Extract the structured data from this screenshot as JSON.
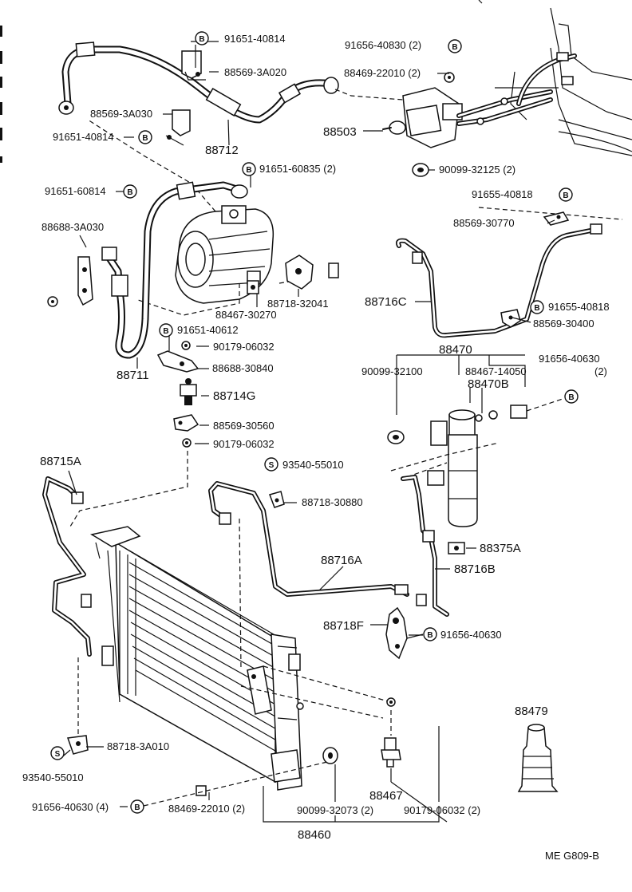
{
  "labels": {
    "l01": "91651-40814",
    "l02": "88569-3A020",
    "l03": "91656-40830 (2)",
    "l04": "88469-22010 (2)",
    "l05": "88569-3A030",
    "l06": "91651-40814",
    "l07": "88712",
    "l08": "88503",
    "l09": "90099-32125 (2)",
    "l10": "91651-60835 (2)",
    "l11": "91651-60814",
    "l12": "91655-40818",
    "l13": "88688-3A030",
    "l14": "88569-30770",
    "l15": "88467-30270",
    "l16": "88718-32041",
    "l17": "88716C",
    "l18": "91655-40818",
    "l19": "88569-30400",
    "l20": "91651-40612",
    "l21": "90179-06032",
    "l22": "88688-30840",
    "l23": "88711",
    "l24": "88470",
    "l25": "91656-40630",
    "l26": "(2)",
    "l27": "90099-32100",
    "l28": "88467-14050",
    "l29": "88470B",
    "l30": "88714G",
    "l31": "88569-30560",
    "l32": "90179-06032",
    "l33": "88715A",
    "l34": "93540-55010",
    "l35": "88718-30880",
    "l36": "88375A",
    "l37": "88716A",
    "l38": "88716B",
    "l39": "88718F",
    "l40": "91656-40630",
    "l41": "88718-3A010",
    "l42": "93540-55010",
    "l43": "88479",
    "l44": "91656-40630 (4)",
    "l45": "88469-22010 (2)",
    "l46": "90099-32073 (2)",
    "l47": "90179-06032 (2)",
    "l48": "88467",
    "l49": "88460",
    "l50": "ME  G809-B"
  },
  "markers": {
    "bolt": "B",
    "screw": "S"
  }
}
